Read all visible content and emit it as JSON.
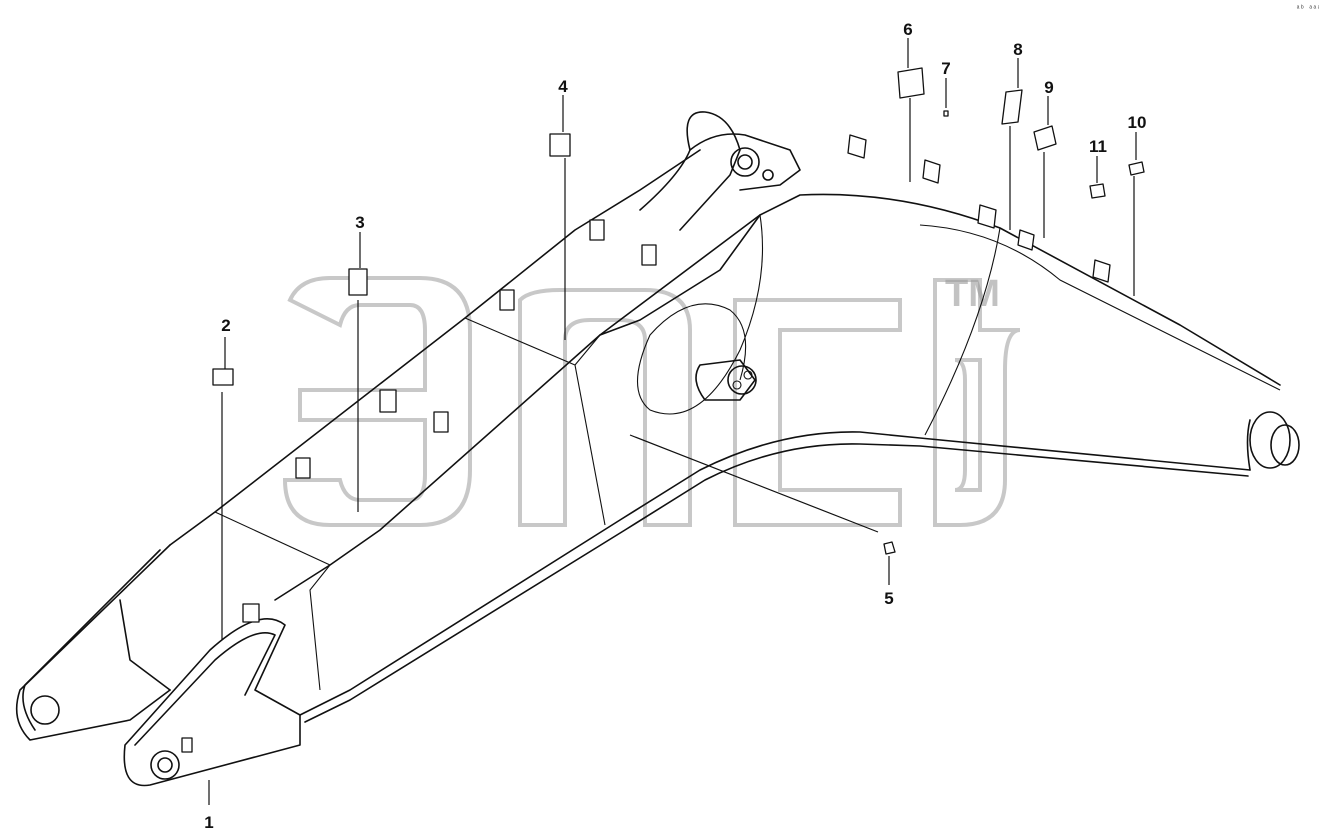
{
  "callouts": [
    "1",
    "2",
    "3",
    "4",
    "5",
    "6",
    "7",
    "8",
    "9",
    "10",
    "11"
  ],
  "watermark": {
    "mark": "TM"
  },
  "corner_mark": "ᵃᵇ ᵃᵃᵃ"
}
